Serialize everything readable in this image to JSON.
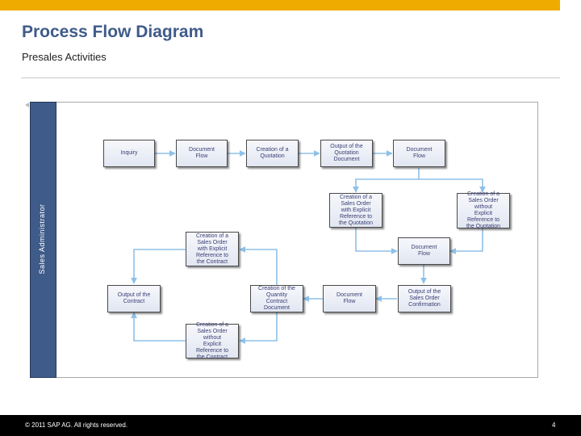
{
  "header": {
    "title": "Process Flow Diagram",
    "subtitle": "Presales Activities"
  },
  "diagram": {
    "lane_label": "Sales Administrator",
    "nodes": {
      "inquiry": "Inquiry",
      "document_flow_1": "Document\nFlow",
      "creation_quotation": "Creation of a\nQuotation",
      "output_quotation": "Output of the\nQuotation\nDocument",
      "document_flow_2": "Document\nFlow",
      "sales_order_with_ref": "Creation of a\nSales Order\nwith Explicit\nReference to\nthe Quotation",
      "sales_order_without_ref": "Creation of a\nSales Order\nwithout\nExplicit\nReference to\nthe Quotation",
      "document_flow_3": "Document\nFlow",
      "output_confirmation": "Output of the\nSales Order\nConfirmation",
      "document_flow_4": "Document\nFlow",
      "quantity_contract": "Creation of the\nQuantity\nContract\nDocument",
      "sales_order_contract_with_ref": "Creation of a\nSales Order\nwith Explicit\nReference to\nthe Contract",
      "sales_order_contract_without_ref": "Creation of a\nSales Order\nwithout\nExplicit\nReference to\nthe Contract",
      "output_contract": "Output of the\nContract"
    }
  },
  "footer": {
    "copyright": "©  2011 SAP AG. All rights reserved.",
    "page_number": "4"
  },
  "colors": {
    "accent_bar": "#f0ab00",
    "title": "#3f5b8a",
    "lane": "#3f5b8a",
    "arrow": "#8ec1e8"
  }
}
